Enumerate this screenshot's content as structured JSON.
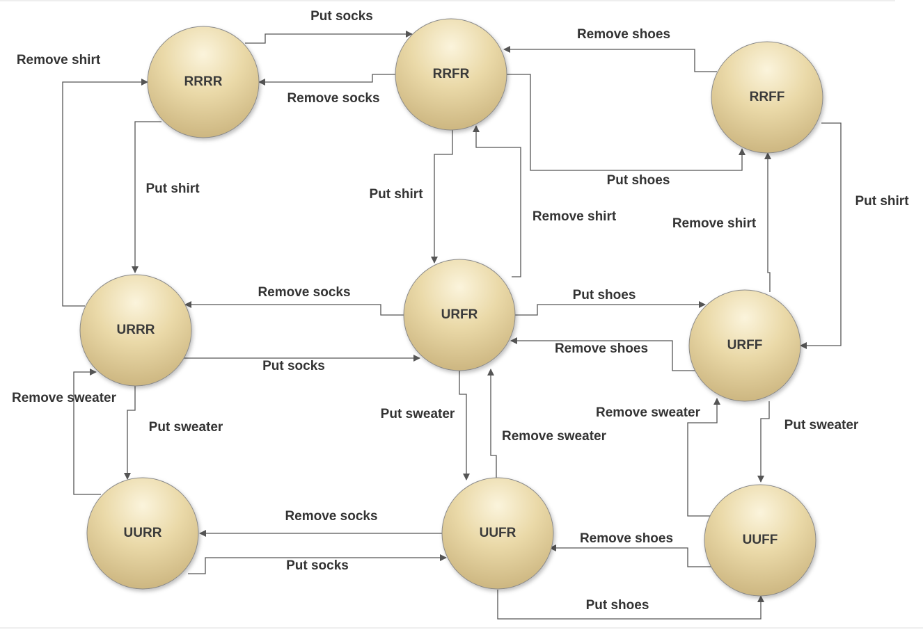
{
  "nodes": [
    {
      "id": "RRRR",
      "label": "RRRR"
    },
    {
      "id": "RRFR",
      "label": "RRFR"
    },
    {
      "id": "RRFF",
      "label": "RRFF"
    },
    {
      "id": "URRR",
      "label": "URRR"
    },
    {
      "id": "URFR",
      "label": "URFR"
    },
    {
      "id": "URFF",
      "label": "URFF"
    },
    {
      "id": "UURR",
      "label": "UURR"
    },
    {
      "id": "UUFR",
      "label": "UUFR"
    },
    {
      "id": "UUFF",
      "label": "UUFF"
    }
  ],
  "edges": [
    {
      "from": "RRRR",
      "to": "RRFR",
      "label": "Put socks"
    },
    {
      "from": "RRFR",
      "to": "RRRR",
      "label": "Remove socks"
    },
    {
      "from": "RRFF",
      "to": "RRFR",
      "label": "Remove shoes"
    },
    {
      "from": "RRFR",
      "to": "RRFF",
      "label": "Put shoes"
    },
    {
      "from": "URRR",
      "to": "RRRR",
      "label": "Remove shirt"
    },
    {
      "from": "RRRR",
      "to": "URRR",
      "label": "Put shirt"
    },
    {
      "from": "RRFR",
      "to": "URFR",
      "label": "Put shirt"
    },
    {
      "from": "URFR",
      "to": "RRFR",
      "label": "Remove shirt"
    },
    {
      "from": "RRFF",
      "to": "URFF",
      "label": "Put shirt"
    },
    {
      "from": "URFF",
      "to": "RRFF",
      "label": "Remove shirt"
    },
    {
      "from": "URFR",
      "to": "URRR",
      "label": "Remove socks"
    },
    {
      "from": "URRR",
      "to": "URFR",
      "label": "Put socks"
    },
    {
      "from": "URFR",
      "to": "URFF",
      "label": "Put shoes"
    },
    {
      "from": "URFF",
      "to": "URFR",
      "label": "Remove shoes"
    },
    {
      "from": "UURR",
      "to": "URRR",
      "label": "Remove sweater"
    },
    {
      "from": "URRR",
      "to": "UURR",
      "label": "Put sweater"
    },
    {
      "from": "URFR",
      "to": "UUFR",
      "label": "Put sweater"
    },
    {
      "from": "UUFR",
      "to": "URFR",
      "label": "Remove sweater"
    },
    {
      "from": "UUFF",
      "to": "URFF",
      "label": "Remove sweater"
    },
    {
      "from": "URFF",
      "to": "UUFF",
      "label": "Put sweater"
    },
    {
      "from": "UUFR",
      "to": "UURR",
      "label": "Remove socks"
    },
    {
      "from": "UURR",
      "to": "UUFR",
      "label": "Put socks"
    },
    {
      "from": "UUFF",
      "to": "UUFR",
      "label": "Remove shoes"
    },
    {
      "from": "UUFR",
      "to": "UUFF",
      "label": "Put shoes"
    }
  ],
  "colors": {
    "node_light": "#f8efcf",
    "node_mid": "#e3d2a0",
    "node_dark": "#c6b07a",
    "edge": "#555555",
    "text": "#333333"
  }
}
